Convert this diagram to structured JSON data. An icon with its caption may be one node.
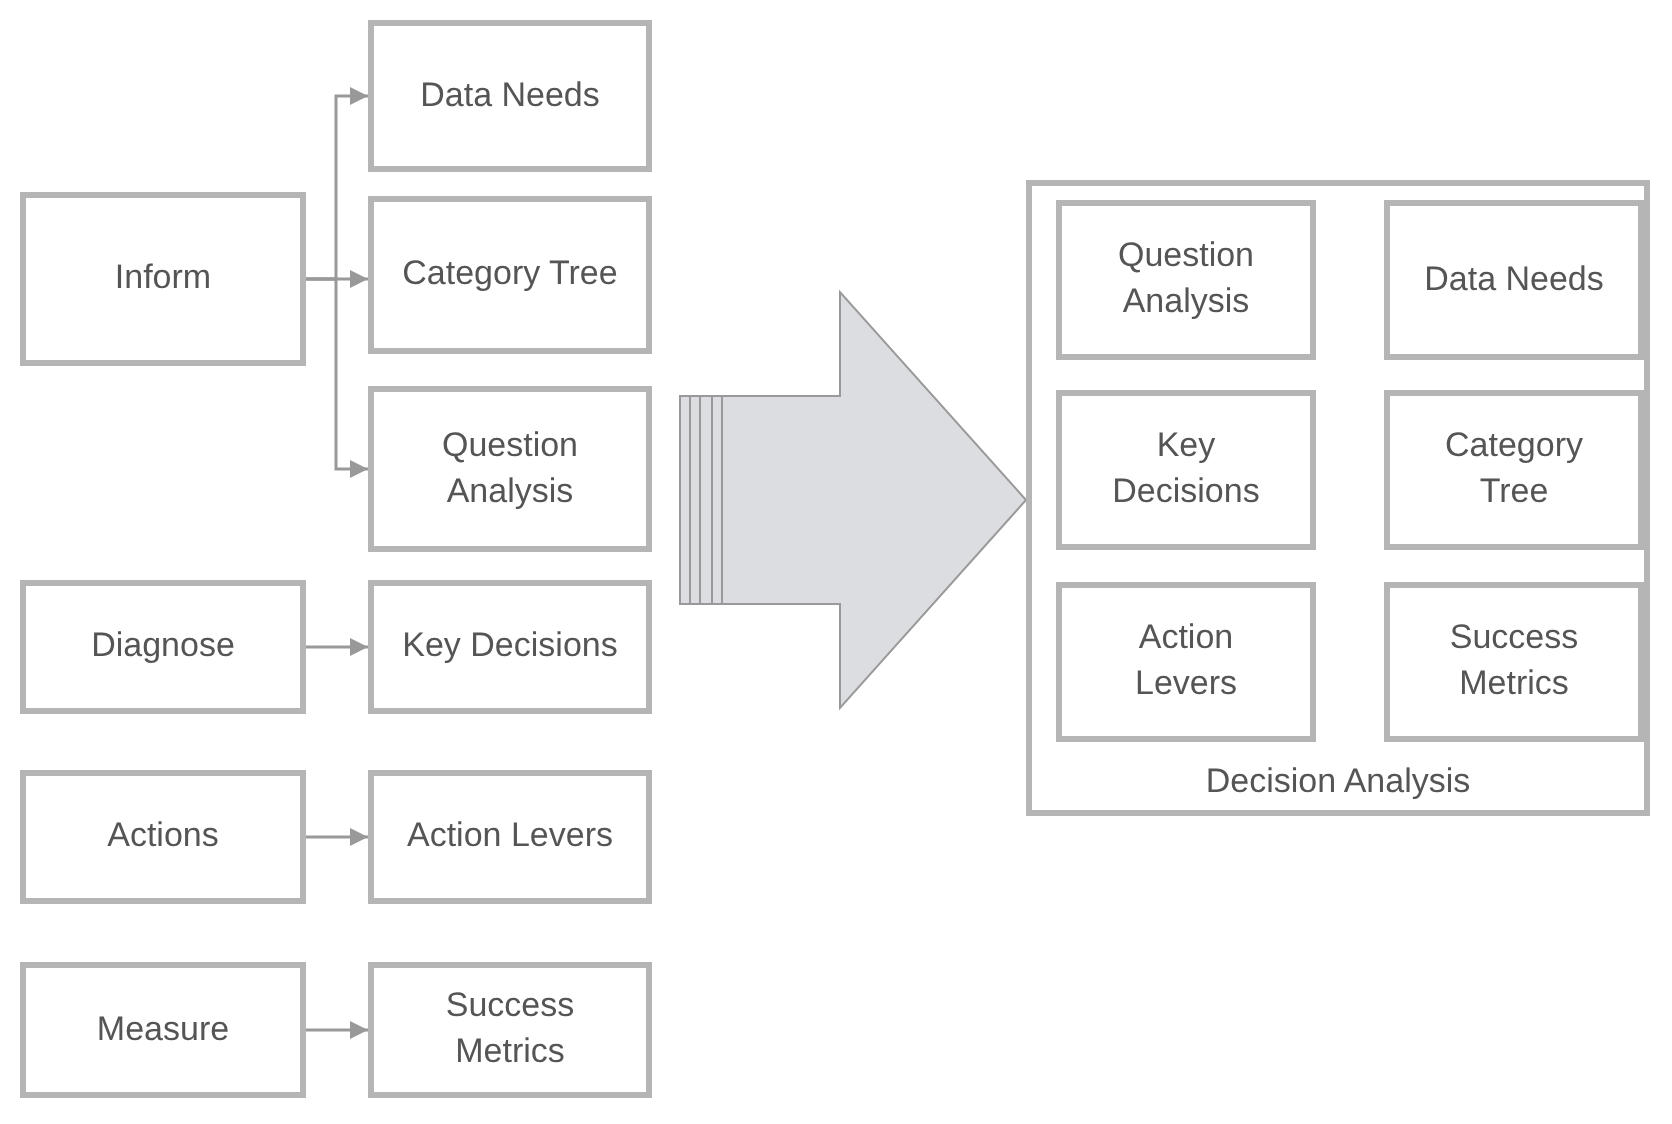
{
  "diagram": {
    "nodes": [
      {
        "text": [
          "Inform"
        ]
      },
      {
        "text": [
          "Data Needs"
        ]
      },
      {
        "text": [
          "Category Tree"
        ]
      },
      {
        "text": [
          "Question Analysis"
        ]
      },
      {
        "text": [
          "Diagnose"
        ]
      },
      {
        "text": [
          "Key Decisions"
        ]
      },
      {
        "text": [
          "Actions"
        ]
      },
      {
        "text": [
          "Action Levers"
        ]
      },
      {
        "text": [
          "Measure"
        ]
      },
      {
        "text": [
          "Success Metrics"
        ]
      },
      {
        "text": [
          "Decision Analysis"
        ]
      },
      {
        "text": [
          "Question Analysis"
        ],
        "in": 10
      },
      {
        "text": [
          "Data Needs"
        ],
        "in": 10
      },
      {
        "text": [
          "Key Decisions"
        ],
        "in": 10
      },
      {
        "text": [
          "Category Tree"
        ],
        "in": 10
      },
      {
        "text": [
          "Action Levers"
        ],
        "in": 10
      },
      {
        "text": [
          "Success Metrics"
        ],
        "in": 10
      }
    ],
    "edges": [
      {
        "from": 0,
        "to": 1,
        "arrow": "to"
      },
      {
        "from": 0,
        "to": 2,
        "arrow": "to"
      },
      {
        "from": 0,
        "to": 3,
        "arrow": "to"
      },
      {
        "from": 4,
        "to": 5,
        "arrow": "to"
      },
      {
        "from": 6,
        "to": 7,
        "arrow": "to"
      },
      {
        "from": 8,
        "to": 9,
        "arrow": "to"
      },
      {
        "from": null,
        "to": 10,
        "arrow": "to"
      }
    ]
  }
}
